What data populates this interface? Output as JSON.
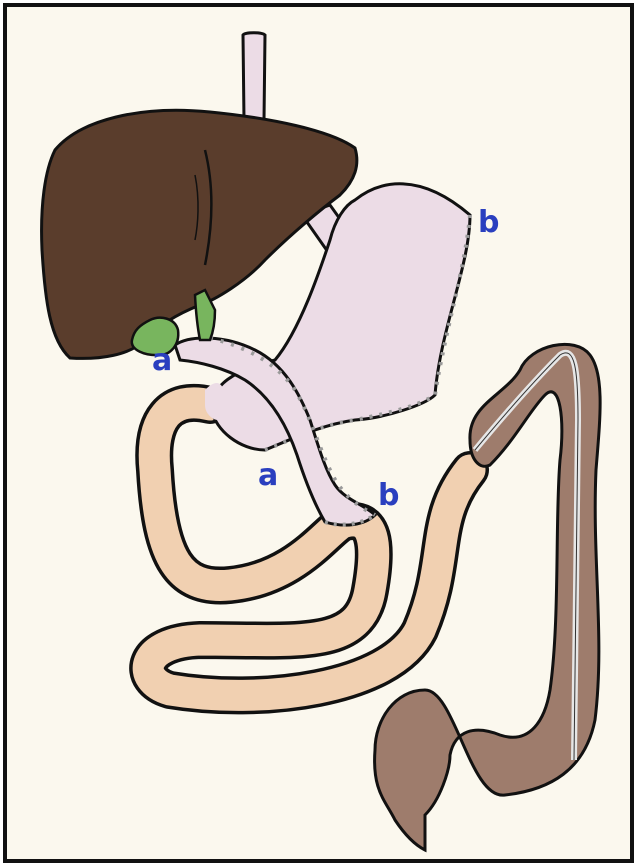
{
  "labels": {
    "a_top": "a",
    "a_bottom": "a",
    "b_top": "b",
    "b_bottom": "b"
  },
  "colors": {
    "background": "#fbf8ee",
    "frame": "#111111",
    "liver": "#5a3d2c",
    "gallbladder": "#78b55e",
    "bile_duct": "#78b55e",
    "stomach": "#ecdce6",
    "esophagus": "#ecdce6",
    "small_intestine": "#f1d0b1",
    "colon": "#9e7c6c",
    "colon_band": "#e6e6e6",
    "staples": "#9a9a9a",
    "label": "#2a3fbf"
  }
}
